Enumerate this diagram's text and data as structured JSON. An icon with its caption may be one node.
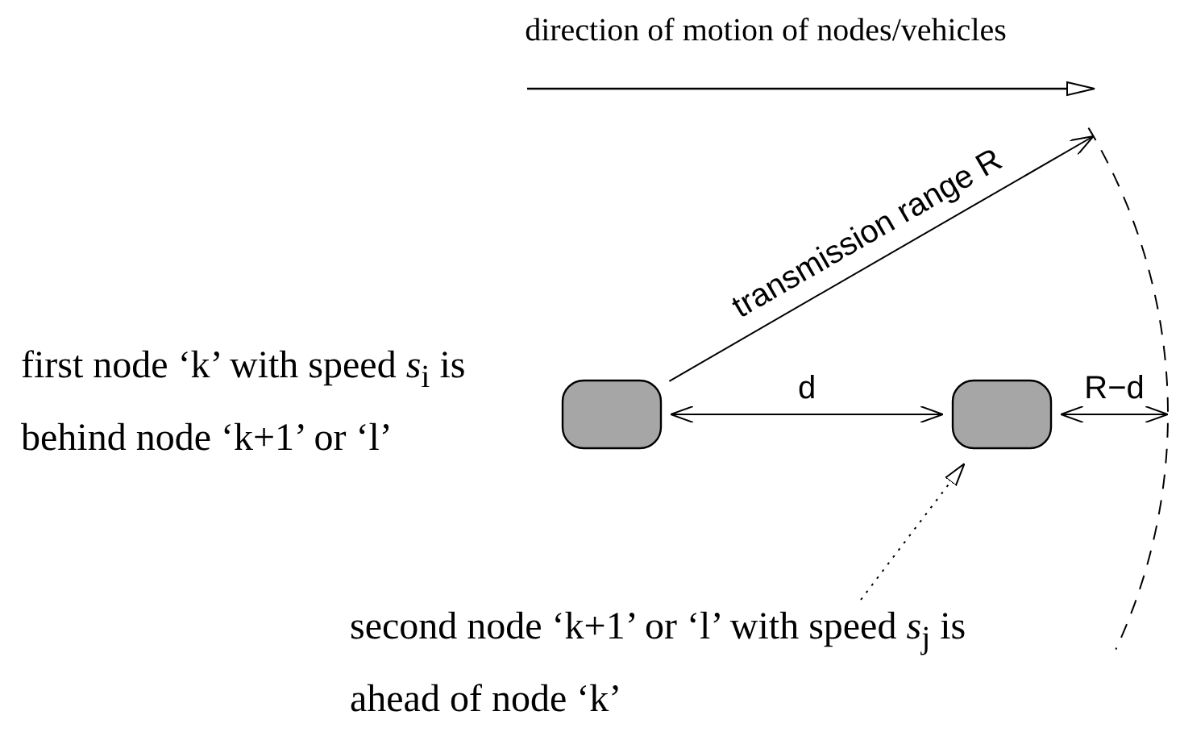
{
  "diagram": {
    "nodes": [
      {
        "text": [],
        "shape": "box",
        "beside": [
          "first node ‘k’ with speed *s*$_{i}$ is behind node ‘k+1’ or ‘l’"
        ]
      },
      {
        "text": [],
        "shape": "box"
      },
      {
        "text": [
          "second node ‘k+1’ or ‘l’ with speed *s*$_{j}$ is ahead of node ‘k’"
        ]
      },
      {
        "text": [],
        "shape": "arc"
      }
    ],
    "edges": [
      {
        "from": 0,
        "to": 3,
        "arrow": "to",
        "label": "transmission range R"
      },
      {
        "from": 0,
        "to": 1,
        "arrow": "both",
        "label": "d"
      },
      {
        "from": 1,
        "to": 3,
        "arrow": "both",
        "label": "R−d"
      },
      {
        "from": 2,
        "to": 1,
        "arrow": "to",
        "style": "dashed"
      }
    ],
    "labels": [
      "direction of motion of nodes/vehicles"
    ]
  }
}
